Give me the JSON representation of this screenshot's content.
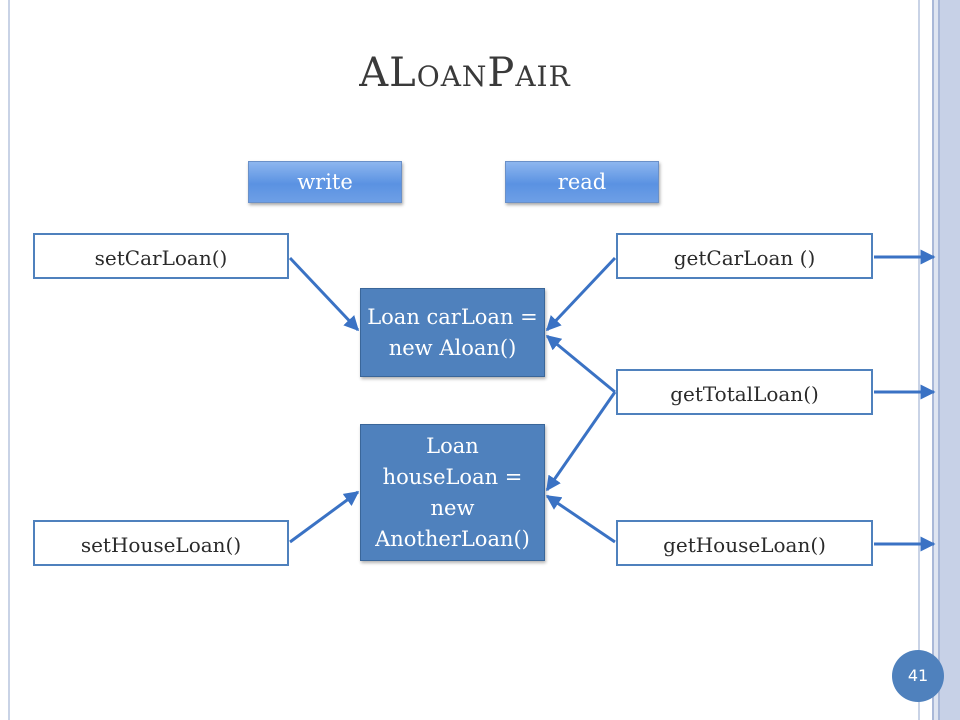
{
  "slide": {
    "title": "ALoanPair",
    "page_number": "41"
  },
  "tags": {
    "write": "write",
    "read": "read"
  },
  "methods": {
    "set_car_loan": "setCarLoan()",
    "set_house_loan": "setHouseLoan()",
    "get_car_loan": "getCarLoan ()",
    "get_total_loan": "getTotalLoan()",
    "get_house_loan": "getHouseLoan()"
  },
  "fields": {
    "car_loan": "Loan carLoan = new Aloan()",
    "house_loan": "Loan houseLoan = new AnotherLoan()"
  },
  "colors": {
    "accent": "#4f81bd",
    "arrow": "#3a72c4"
  }
}
